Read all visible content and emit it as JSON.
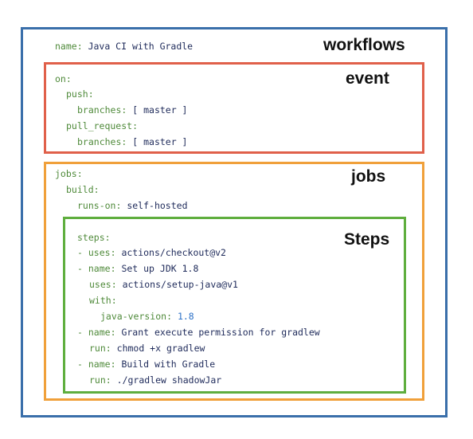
{
  "sections": {
    "workflows": "workflows",
    "event": "event",
    "jobs": "jobs",
    "steps": "Steps"
  },
  "code": {
    "name_key": "name:",
    "name_value": "Java CI with Gradle",
    "on_key": "on:",
    "push_key": "push:",
    "push_branches_key": "branches:",
    "push_branches_value": "[ master ]",
    "pull_request_key": "pull_request:",
    "pr_branches_key": "branches:",
    "pr_branches_value": "[ master ]",
    "jobs_key": "jobs:",
    "build_key": "build:",
    "runs_on_key": "runs-on:",
    "runs_on_value": "self-hosted",
    "steps_key": "steps:",
    "step1_dash": "-",
    "step1_uses_key": "uses:",
    "step1_uses_value": "actions/checkout@v2",
    "step2_dash": "-",
    "step2_name_key": "name:",
    "step2_name_value": "Set up JDK 1.8",
    "step2_uses_key": "uses:",
    "step2_uses_value": "actions/setup-java@v1",
    "step2_with_key": "with:",
    "step2_java_version_key": "java-version:",
    "step2_java_version_value": "1.8",
    "step3_dash": "-",
    "step3_name_key": "name:",
    "step3_name_value": "Grant execute permission for gradlew",
    "step3_run_key": "run:",
    "step3_run_value": "chmod +x gradlew",
    "step4_dash": "-",
    "step4_name_key": "name:",
    "step4_name_value": "Build with Gradle",
    "step4_run_key": "run:",
    "step4_run_value": "./gradlew shadowJar"
  }
}
